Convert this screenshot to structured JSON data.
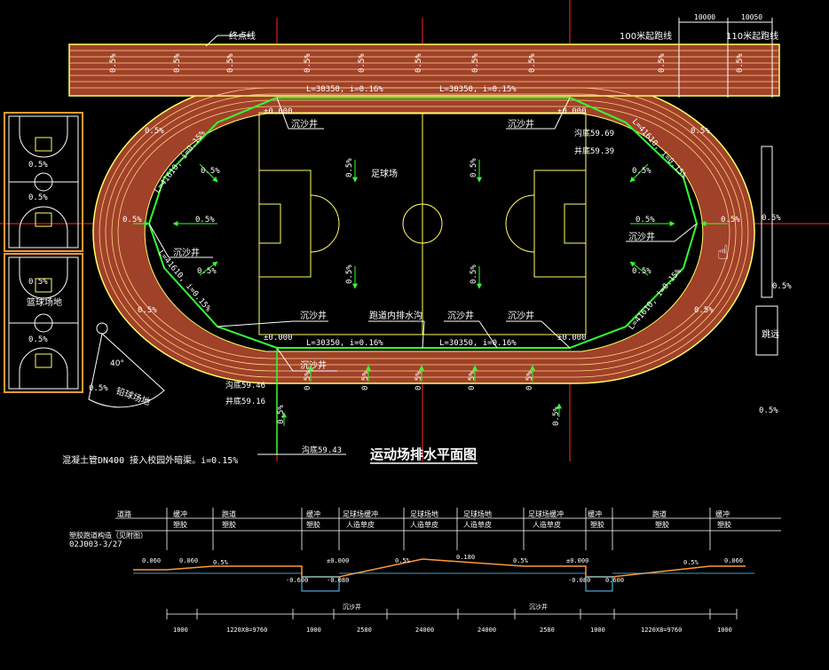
{
  "title": "运动场排水平面图",
  "labels": {
    "finish_line": "终点线",
    "start_100": "100米起跑线",
    "start_110": "110米起跑线",
    "dim_left_top": "10000",
    "dim_right_top": "10050",
    "football_field": "足球场",
    "basketball_court": "篮球场地",
    "shot_put_area": "铅球场地",
    "long_jump": "跳远",
    "angle_40": "40°",
    "sump": "沉沙井",
    "inner_drain": "跑道内排水沟",
    "pipe_note": "混凝土管DN400 接入校园外暗渠。i=0.15%",
    "ditch_bottom_5969": "沟底59.69",
    "well_bottom_5939": "井底59.39",
    "ditch_bottom_5946": "沟底59.46",
    "well_bottom_5916": "井底59.16",
    "ditch_bottom_5943": "沟底59.43",
    "elev_zero": "±0.000",
    "slope_05": "0.5%"
  },
  "slopes_lines": {
    "top_left": "L=30350, i=0.16%",
    "top_right": "L=30350, i=0.15%",
    "bottom_left": "L=30350, i=0.16%",
    "bottom_right": "L=30350, i=0.16%",
    "curve_ul": "L=41610, i=0.15%",
    "curve_ll": "L=41610, i=0.15%",
    "curve_ur": "L=41610, i=0.15%",
    "curve_lr": "L=41610, i=0.15%"
  },
  "section": {
    "header_row1": [
      "道路",
      "缓冲",
      "跑道",
      "缓冲",
      "足球场缓冲",
      "足球场地",
      "足球场地",
      "足球场缓冲",
      "缓冲",
      "跑道",
      "缓冲"
    ],
    "header_row2": [
      "",
      "塑胶",
      "塑胶",
      "塑胶",
      "人造草皮",
      "人造草皮",
      "人造草皮",
      "人造草皮",
      "塑胶",
      "塑胶",
      "塑胶"
    ],
    "left_note_1": "塑胶跑道构造（见附图）",
    "left_note_2": "02J003-3/27",
    "elevations": [
      "0.060",
      "0.060",
      "±0.000",
      "-0.080",
      "-0.600",
      "0.180",
      "±0.000",
      "-0.080",
      "0.600",
      "0.060"
    ],
    "slopes": [
      "0.5%",
      "0.5%",
      "0.5%",
      "0.5%"
    ],
    "sump_label": "沉沙井",
    "dims": [
      "1000",
      "1220X8=9760",
      "1000",
      "2580",
      "24000",
      "24000",
      "2580",
      "1000",
      "1220X8=9760",
      "1000"
    ]
  },
  "colors": {
    "track": "#a0412a",
    "lane_line": "#ffd27f",
    "outline": "#ffff66",
    "drain": "#33ff33",
    "axis": "#ff2a2a",
    "white": "#ffffff",
    "court": "#ff9933"
  }
}
